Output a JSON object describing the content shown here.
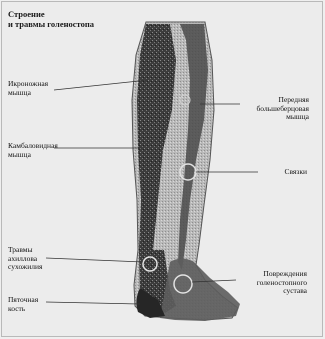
{
  "title": {
    "line1": "Строение",
    "line2": "и травмы голеностопа"
  },
  "labels": {
    "calf_vein": {
      "line1": "Икроножная",
      "line2": "мышца"
    },
    "anterior_tibial": {
      "line1": "Передняя",
      "line2": "большеберцовая",
      "line3": "мышца"
    },
    "soleus": {
      "line1": "Камбаловидная",
      "line2": "мышца"
    },
    "ligament": {
      "line1": "Связки"
    },
    "achilles": {
      "line1": "Травмы",
      "line2": "ахиллова",
      "line3": "сухожилия"
    },
    "ankle_damage": {
      "line1": "Повреждения",
      "line2": "голеностопного",
      "line3": "сустава"
    },
    "heel_bone": {
      "line1": "Пяточная",
      "line2": "кость"
    }
  },
  "colors": {
    "background": "#ececec",
    "muscle_dark": "#1b1b1b",
    "muscle_mid": "#5a5a5a",
    "leader_line": "#333333"
  }
}
